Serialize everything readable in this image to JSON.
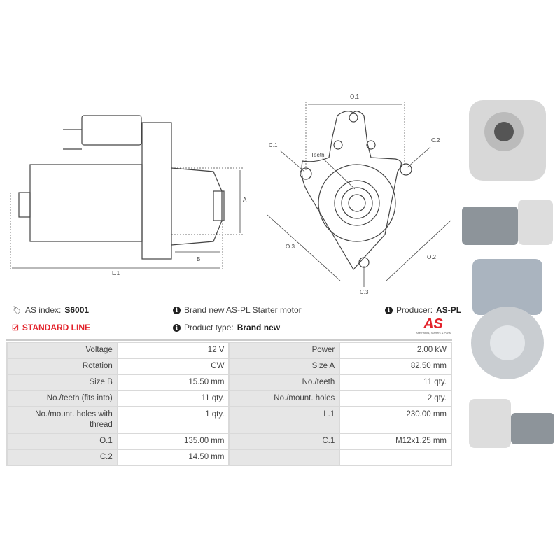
{
  "drawing_side": {
    "labels": {
      "a": "A",
      "b": "B",
      "l1": "L.1"
    }
  },
  "drawing_front": {
    "labels": {
      "o1": "O.1",
      "o2": "O.2",
      "o3": "O.3",
      "c1": "C.1",
      "c2": "C.2",
      "c3": "C.3",
      "teeth": "Teeth"
    }
  },
  "info": {
    "as_index_label": "AS index:",
    "as_index_value": "S6001",
    "line": "STANDARD LINE",
    "description": "Brand new AS-PL Starter motor",
    "product_type_label": "Product type:",
    "product_type_value": "Brand new",
    "producer_label": "Producer:",
    "producer_value": "AS-PL",
    "logo_text": "AS",
    "logo_tagline": "Alternators, Starters & Parts"
  },
  "colors": {
    "accent": "#e3232b"
  },
  "specs": [
    [
      "Voltage",
      "12 V",
      "Power",
      "2.00 kW"
    ],
    [
      "Rotation",
      "CW",
      "Size A",
      "82.50 mm"
    ],
    [
      "Size B",
      "15.50 mm",
      "No./teeth",
      "11 qty."
    ],
    [
      "No./teeth (fits into)",
      "11 qty.",
      "No./mount. holes",
      "2 qty."
    ],
    [
      "No./mount. holes with thread",
      "1 qty.",
      "L.1",
      "230.00 mm"
    ],
    [
      "O.1",
      "135.00 mm",
      "C.1",
      "M12x1.25 mm"
    ],
    [
      "C.2",
      "14.50 mm",
      "",
      ""
    ]
  ]
}
